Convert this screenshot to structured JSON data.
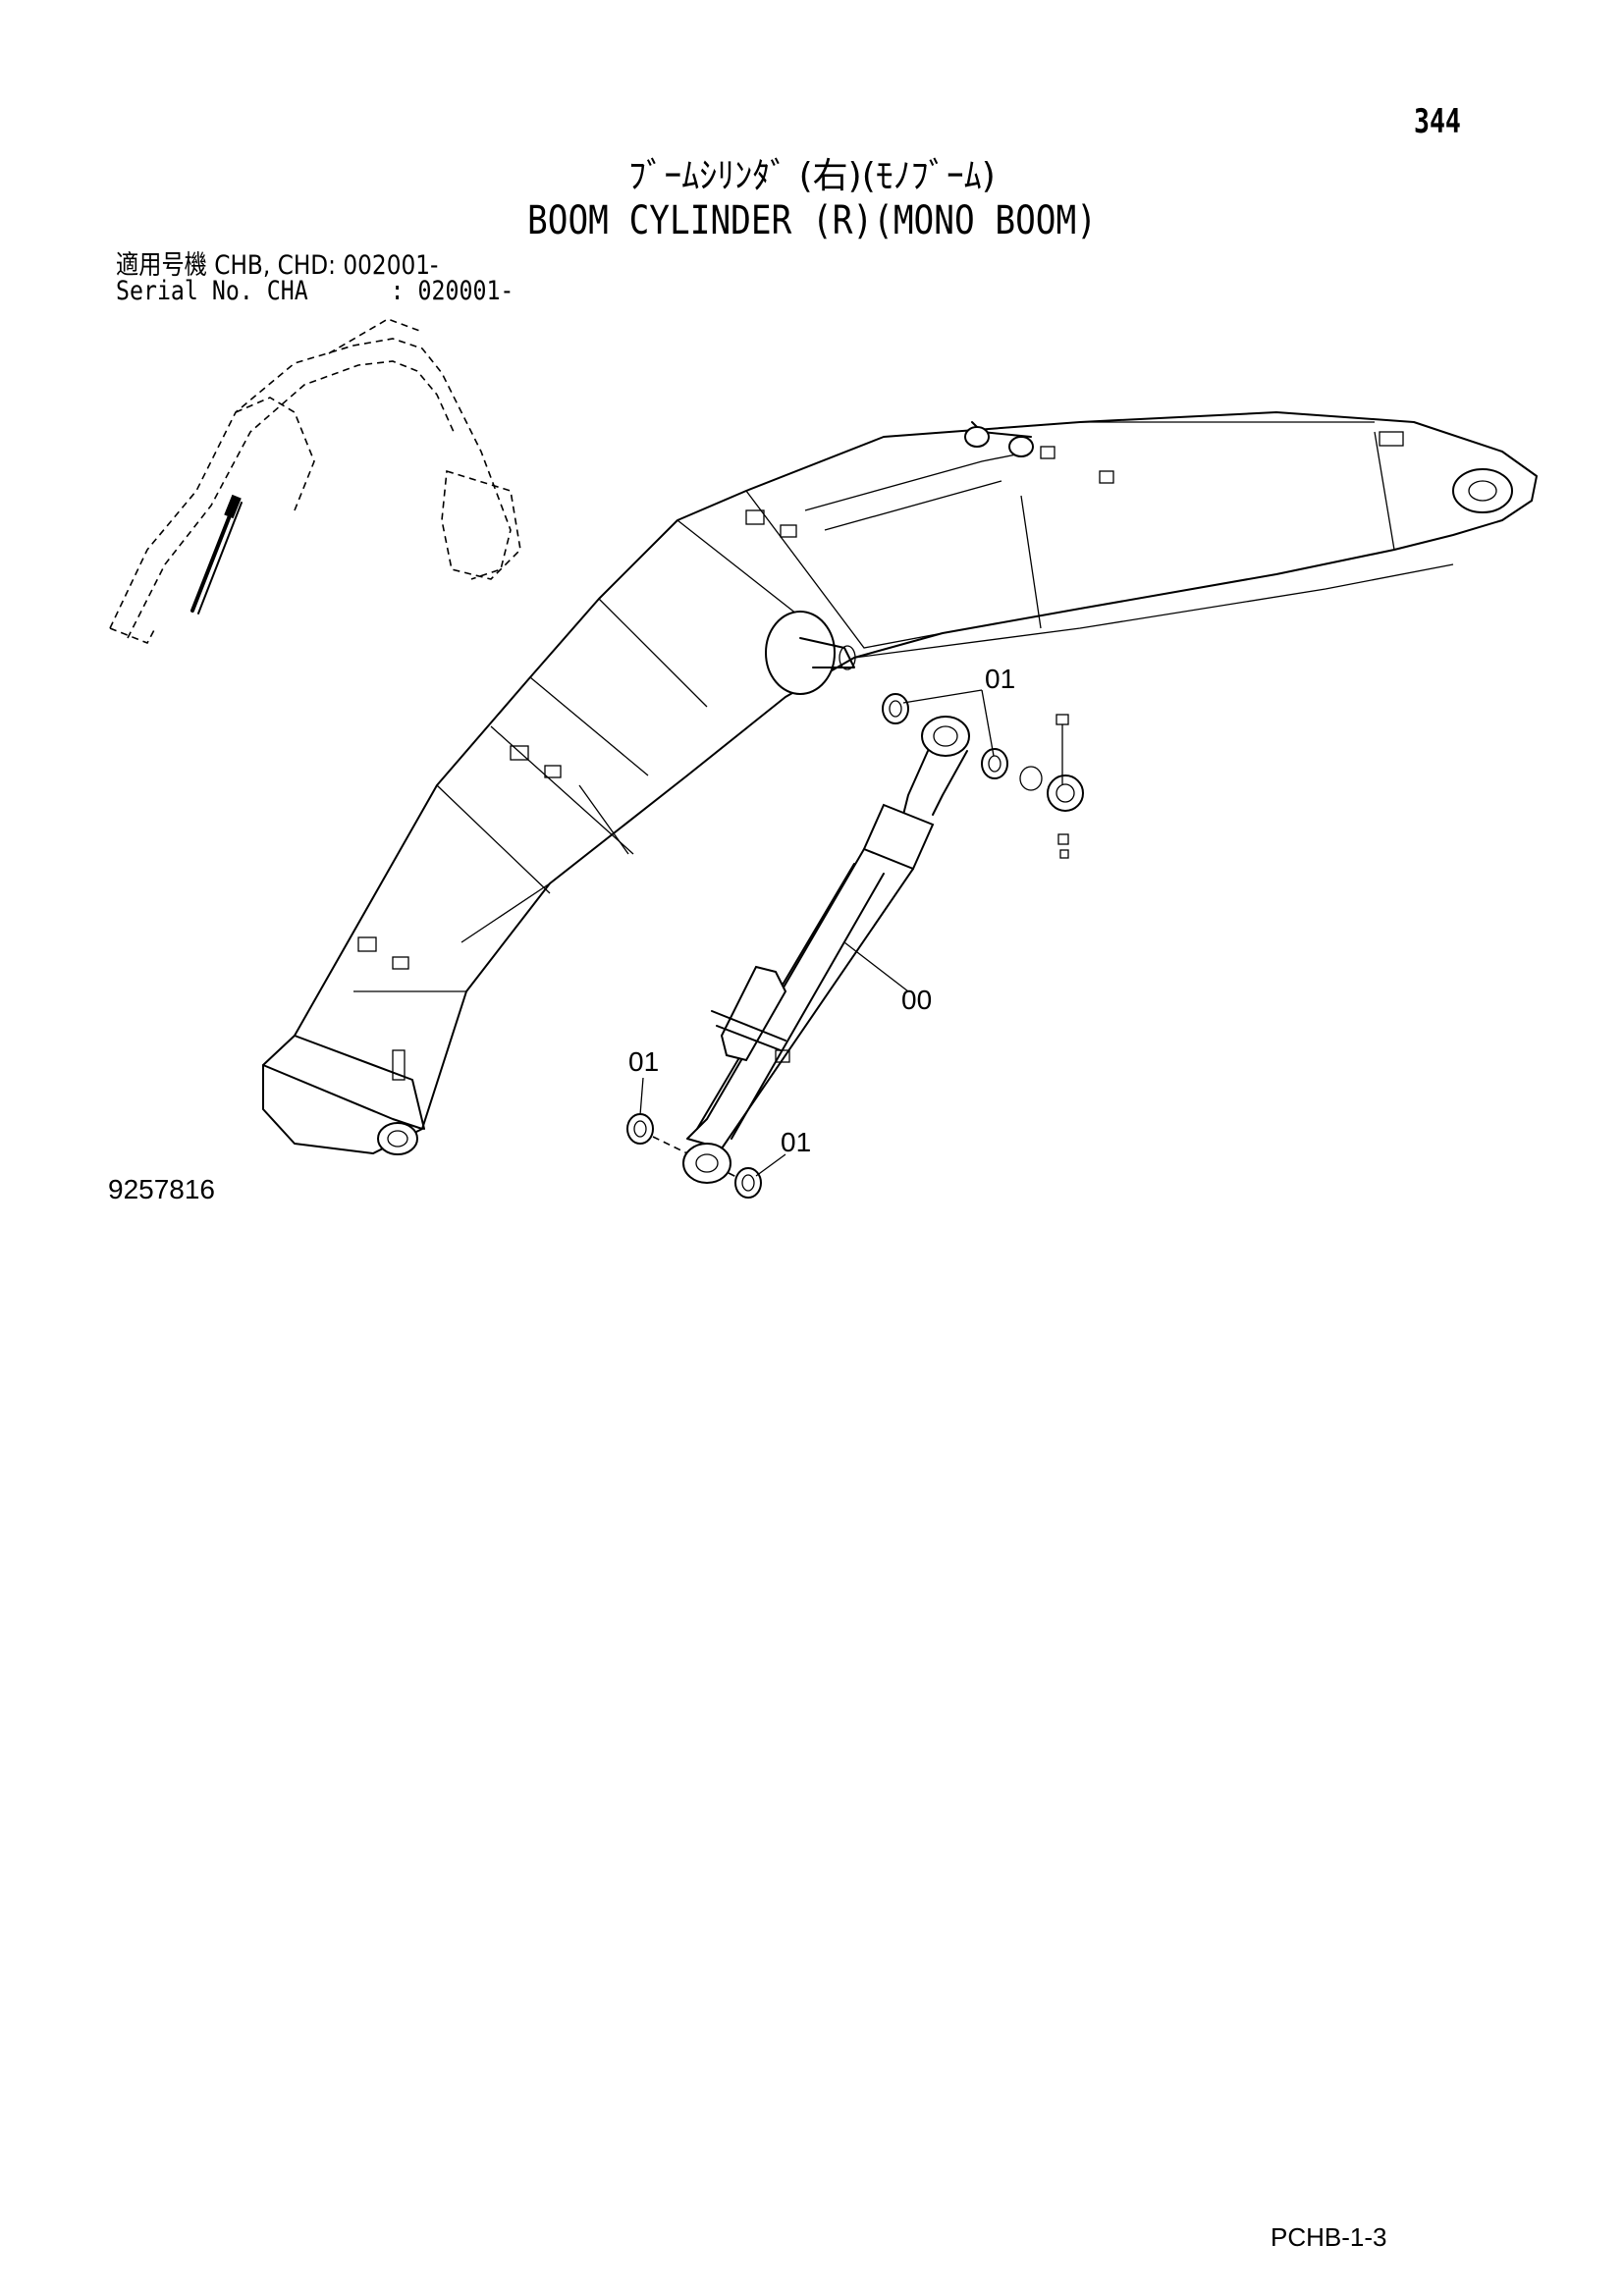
{
  "page_number": "344",
  "title_jp": "ﾌﾞｰﾑｼﾘﾝﾀﾞ (右)(ﾓﾉﾌﾞｰﾑ)",
  "title_en": "BOOM CYLINDER (R)(MONO BOOM)",
  "applicability": {
    "line1": "適用号機 CHB, CHD: 002001-",
    "line2": "Serial No. CHA      : 020001-"
  },
  "callouts": {
    "top_bushings": "01",
    "cylinder": "00",
    "bottom_left_bushing": "01",
    "bottom_right_bushing": "01"
  },
  "drawing_number": "9257816",
  "document_code": "PCHB-1-3"
}
